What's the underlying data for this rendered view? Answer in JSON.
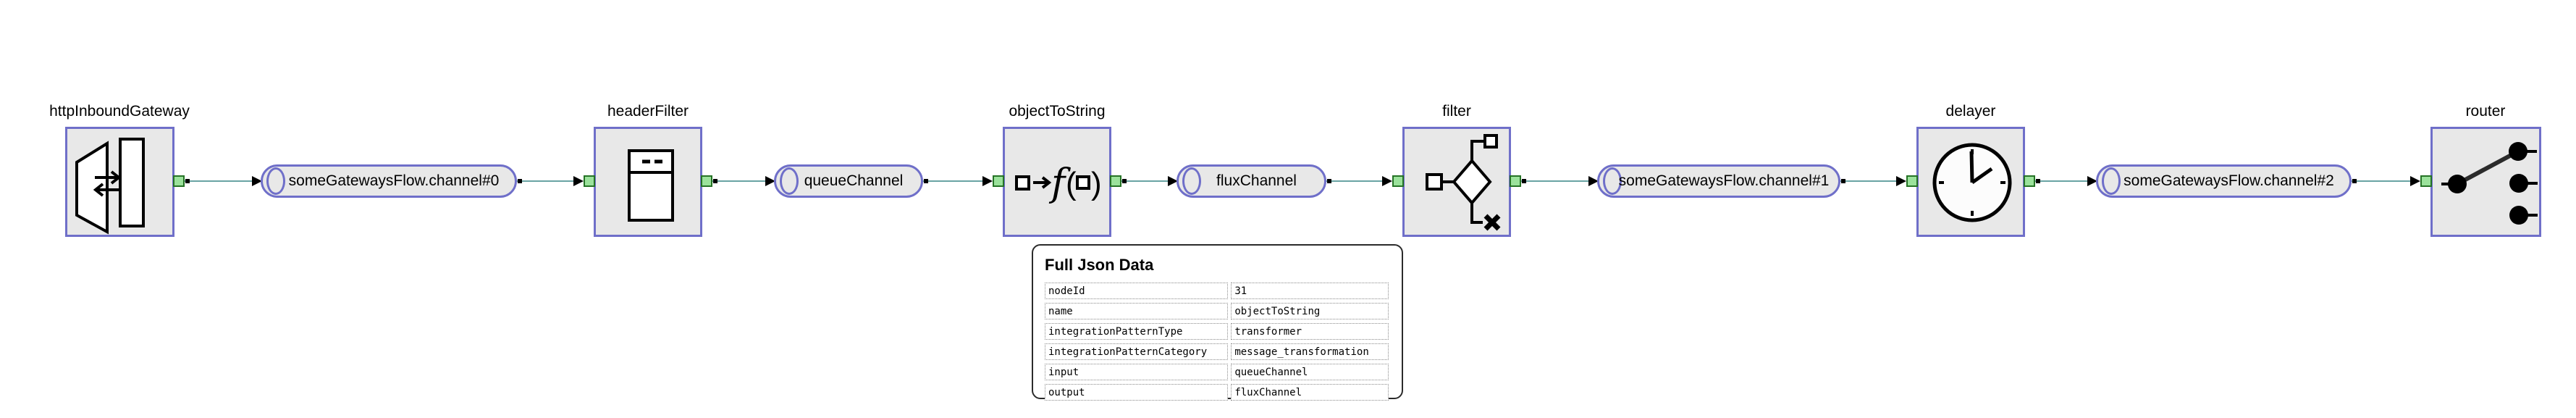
{
  "colors": {
    "node_fill": "#e8e8e8",
    "node_border": "#6f6fc9",
    "port_fill": "#9be29b",
    "port_border": "#267326",
    "edge": "#69a3a3",
    "arrow": "#000000",
    "text": "#000000"
  },
  "diagram": {
    "nodes": [
      {
        "label": "httpInboundGateway",
        "icon": "http-inbound-gateway-icon"
      },
      {
        "label": "headerFilter",
        "icon": "header-filter-icon"
      },
      {
        "label": "objectToString",
        "icon": "transformer-icon"
      },
      {
        "label": "filter",
        "icon": "filter-icon"
      },
      {
        "label": "delayer",
        "icon": "clock-icon"
      },
      {
        "label": "router",
        "icon": "router-icon"
      }
    ],
    "channels": [
      {
        "label": "someGatewaysFlow.channel#0"
      },
      {
        "label": "queueChannel"
      },
      {
        "label": "fluxChannel"
      },
      {
        "label": "someGatewaysFlow.channel#1"
      },
      {
        "label": "someGatewaysFlow.channel#2"
      }
    ]
  },
  "tooltip": {
    "title": "Full Json Data",
    "rows": [
      {
        "key": "nodeId",
        "value": "31"
      },
      {
        "key": "name",
        "value": "objectToString"
      },
      {
        "key": "integrationPatternType",
        "value": "transformer"
      },
      {
        "key": "integrationPatternCategory",
        "value": "message_transformation"
      },
      {
        "key": "input",
        "value": "queueChannel"
      },
      {
        "key": "output",
        "value": "fluxChannel"
      }
    ]
  }
}
